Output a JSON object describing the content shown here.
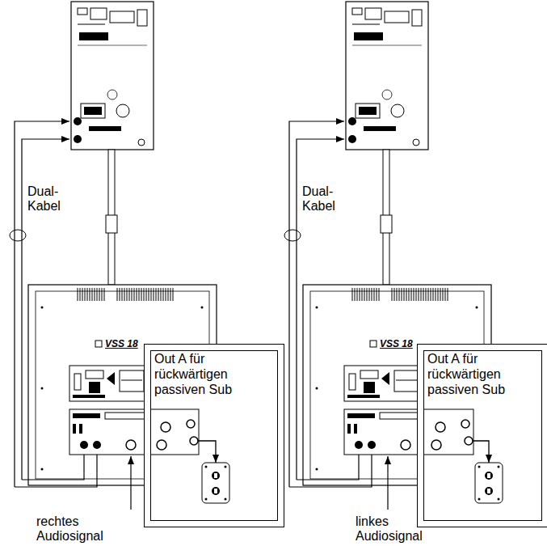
{
  "diagram": {
    "nodes": [
      {
        "text": [
          "VSS 18"
        ]
      },
      {
        "text": [
          "Out A für rückwärtigen passiven Sub"
        ]
      },
      {
        "text": [
          "VSS 18"
        ]
      },
      {
        "text": [
          "Out A für rückwärtigen passiven Sub"
        ]
      }
    ],
    "edges": [
      {
        "from": 0,
        "to": 1,
        "arrow": "to"
      },
      {
        "from": 2,
        "to": 3,
        "arrow": "to"
      }
    ],
    "labels": [
      "Dual-Kabel",
      "Dual-Kabel",
      "rechtes Audiosignal",
      "linkes Audiosignal"
    ]
  }
}
